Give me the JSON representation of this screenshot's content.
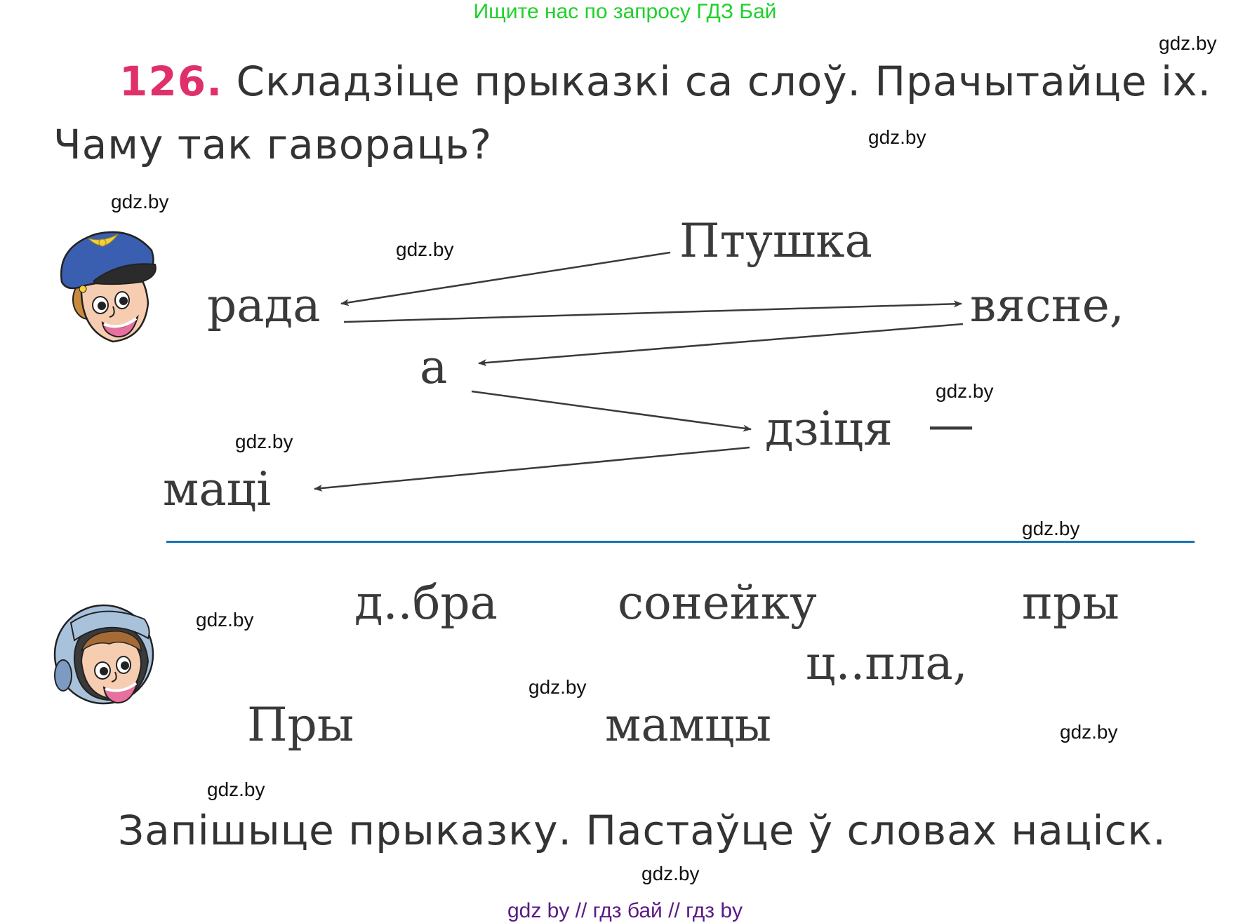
{
  "banner": {
    "text": "Ищите нас по запросу ГДЗ Бай",
    "color": "#1fd12a"
  },
  "exercise": {
    "number": "126.",
    "number_color": "#e0306a",
    "instruction_line1": "Складзіце прыказкі са слоў. Прачытайце іх.",
    "instruction_line2": "Чаму так гавораць?",
    "final_instruction": "Запішыце прыказку. Пастаўце ў словах націск."
  },
  "diagram1": {
    "avatar_icon": "pilot-boy-icon",
    "words": {
      "ptushka": "Птушка",
      "rada": "рада",
      "vyasne": "вясне,",
      "a": "а",
      "dzitsya": "дзіця",
      "dash": "—",
      "matsi": "маці"
    },
    "arrow_order": [
      "Птушка",
      "рада",
      "вясне,",
      "а",
      "дзіця",
      "маці"
    ]
  },
  "divider": {
    "color": "#1a74b5"
  },
  "diagram2": {
    "avatar_icon": "astronaut-boy-icon",
    "words": {
      "dobra": "д..бра",
      "soneiku": "сонейку",
      "pry1": "пры",
      "tsepla": "ц..пла,",
      "pry2": "Пры",
      "mamtsy": "мамцы"
    }
  },
  "watermarks": {
    "w1": "gdz.by",
    "w2": "gdz.by",
    "w3": "gdz.by",
    "w4": "gdz.by",
    "w5": "gdz.by",
    "w6": "gdz.by",
    "w7": "gdz.by",
    "w8": "gdz.by",
    "w9": "gdz.by",
    "w10": "gdz.by",
    "w11": "gdz.by",
    "w12": "gdz.by"
  },
  "footer": {
    "text": "gdz by  //  гдз бай  //  гдз by",
    "color": "#5a1a86"
  }
}
